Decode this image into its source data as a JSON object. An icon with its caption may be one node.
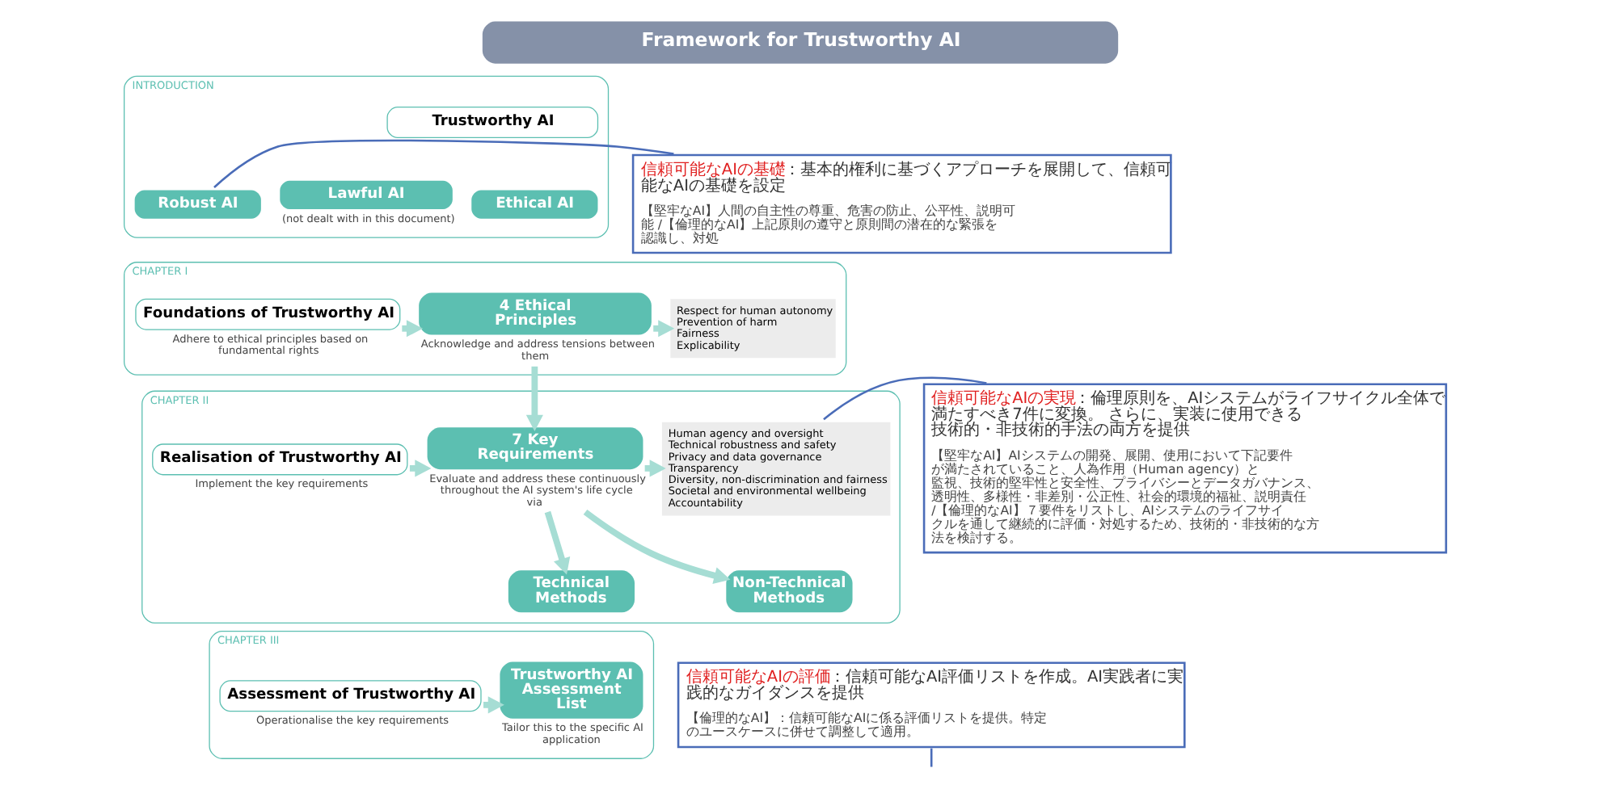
{
  "diagram": {
    "title": "Framework for Trustworthy AI",
    "nodes": [
      {
        "text": [
          "INTRODUCTION"
        ]
      },
      {
        "text": [
          "Trustworthy AI"
        ],
        "in": 0
      },
      {
        "text": [
          "Lawful AI"
        ],
        "in": 0,
        "beside": [
          "(not dealt with in this document)"
        ]
      },
      {
        "text": [
          "Ethical AI"
        ],
        "in": 0
      },
      {
        "text": [
          "Robust AI"
        ],
        "in": 0
      },
      {
        "text": [
          "CHAPTER I"
        ]
      },
      {
        "text": [
          "Foundations of Trustworthy AI"
        ],
        "in": 5,
        "beside": [
          "Adhere to ethical principles based on fundamental rights"
        ]
      },
      {
        "text": [
          "4 Ethical Principles"
        ],
        "in": 5,
        "beside": [
          "Acknowledge and address tensions between them"
        ]
      },
      {
        "text": [
          "Respect for human autonomy",
          "Prevention of harm",
          "Fairness",
          "Explicability"
        ],
        "in": 5
      },
      {
        "text": [
          "CHAPTER II"
        ]
      },
      {
        "text": [
          "Realisation of Trustworthy AI"
        ],
        "in": 9,
        "beside": [
          "Implement the key requirements"
        ]
      },
      {
        "text": [
          "7 Key Requirements"
        ],
        "in": 9,
        "beside": [
          "Evaluate and address these continuously throughout the AI system's life cycle via"
        ]
      },
      {
        "text": [
          "Human agency and oversight",
          "Technical robustness and safety",
          "Privacy and data governance",
          "Transparency",
          "Diversity, non-discrimination and fairness",
          "Societal and environmental wellbeing",
          "Accountability"
        ],
        "in": 9
      },
      {
        "text": [
          "Technical Methods"
        ],
        "in": 9
      },
      {
        "text": [
          "Non-Technical Methods"
        ],
        "in": 9
      },
      {
        "text": [
          "CHAPTER III"
        ]
      },
      {
        "text": [
          "Assessment of Trustworthy AI"
        ],
        "in": 15,
        "beside": [
          "Operationalise the key requirements"
        ]
      },
      {
        "text": [
          "Trustworthy AI Assessment List"
        ],
        "in": 15,
        "beside": [
          "Tailor this to the specific AI application"
        ]
      },
      {
        "text": [
          "信頼可能なAIの基礎",
          "：基本的権利に基づくアプローチを展開して、信頼可能なAIの基礎を設定",
          "【堅牢なAI】人間の自主性の尊重、危害の防止、公平性、説明可能 /【倫理的なAI】上記原則の遵守と原則間の潜在的な緊張を認識し、対処"
        ]
      },
      {
        "text": [
          "信頼可能なAIの実現",
          "：倫理原則を、AIシステムがライフサイクル全体で満たすべき7件に変換。 さらに、実装に使用できる技術的・非技術的手法の両方を提供",
          "【堅牢なAI】AIシステムの開発、展開、使用において下記要件が満たされていること、人為作用（Human agency）と監視、技術的堅牢性と安全性、プライバシーとデータガバナンス、透明性、多様性・非差別・公正性、社会的環境的福祉、説明責任 /【倫理的なAI】７要件をリストし、AIシステムのライフサイクルを通して継続的に評価・対処するため、技術的・非技術的な方法を検討する。"
        ]
      },
      {
        "text": [
          "信頼可能なAIの評価",
          "：信頼可能なAI評価リストを作成。AI実践者に実践的なガイダンスを提供",
          "【倫理的なAI】：信頼可能なAIに係る評価リストを提供。特定のユースケースに併せて調整して適用。"
        ]
      }
    ],
    "edges": [
      {
        "from": 6,
        "to": 7,
        "arrow": "to"
      },
      {
        "from": 7,
        "to": 8,
        "arrow": "to"
      },
      {
        "from": 7,
        "to": 11,
        "arrow": "to"
      },
      {
        "from": 10,
        "to": 11,
        "arrow": "to"
      },
      {
        "from": 11,
        "to": 12,
        "arrow": "to"
      },
      {
        "from": 11,
        "to": 13,
        "arrow": "to"
      },
      {
        "from": 11,
        "to": 14,
        "arrow": "to"
      },
      {
        "from": 16,
        "to": 17,
        "arrow": "to"
      },
      {
        "from": 18,
        "to": 4,
        "arrow": "none",
        "color": "#4a6cb8"
      },
      {
        "from": 19,
        "to": 12,
        "arrow": "none",
        "color": "#4a6cb8"
      },
      {
        "from": 20,
        "to": null,
        "arrow": "none",
        "color": "#4a6cb8"
      }
    ]
  }
}
